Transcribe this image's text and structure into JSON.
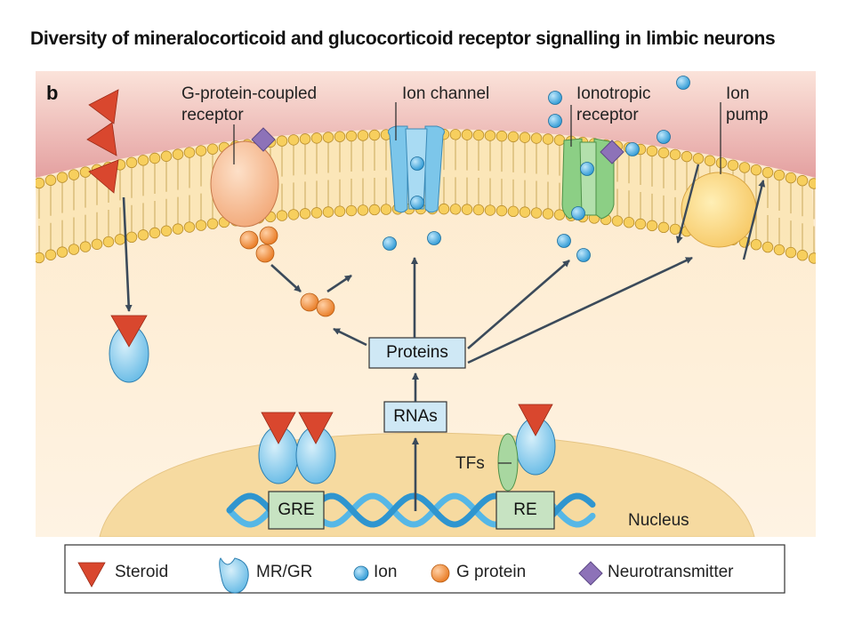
{
  "title": "Diversity of mineralocorticoid and glucocorticoid receptor signalling in limbic neurons",
  "panel_label": "b",
  "membrane_labels": {
    "gpcr_line1": "G-protein-coupled",
    "gpcr_line2": "receptor",
    "ion_channel": "Ion channel",
    "ionotropic_line1": "Ionotropic",
    "ionotropic_line2": "receptor",
    "ion_pump_line1": "Ion",
    "ion_pump_line2": "pump"
  },
  "boxes": {
    "proteins": "Proteins",
    "rnas": "RNAs",
    "gre": "GRE",
    "re": "RE"
  },
  "nucleus_labels": {
    "tfs": "TFs",
    "nucleus": "Nucleus"
  },
  "legend": {
    "steroid": "Steroid",
    "mr_gr": "MR/GR",
    "ion": "Ion",
    "g_protein": "G protein",
    "neurotransmitter": "Neurotransmitter"
  },
  "colors": {
    "steroid": "#d9472e",
    "receptor": "#6cc0e8",
    "ion": "#3aa5dc",
    "g_protein": "#f08a35",
    "neurotransmitter": "#8d72b8",
    "cytoplasm": "#fbe8c8",
    "nucleus": "#f5d89a",
    "extracellular": "#e7a3a3",
    "box_fill": "#cfe8f5",
    "gene_box": "#c7e3c2",
    "dna": "#3fa8dc"
  }
}
